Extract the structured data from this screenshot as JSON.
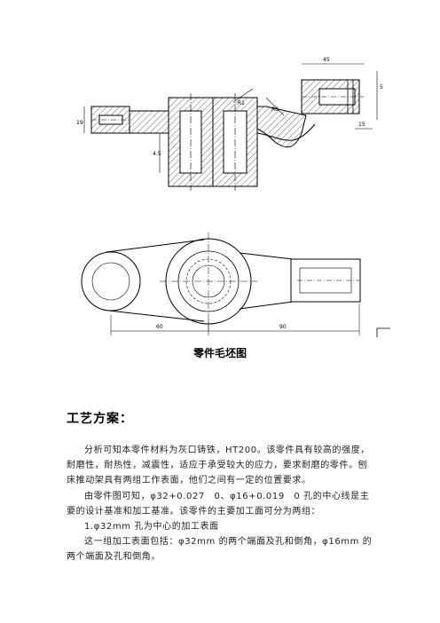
{
  "drawing": {
    "title": "零件毛坯图",
    "dims": {
      "top_width": "45",
      "right_height": "5",
      "boss_width": "15",
      "height_left": "19",
      "height_center": "4.5",
      "angle_a": "R1",
      "angle_b": "R8",
      "bottom_left": "60",
      "bottom_right": "90"
    }
  },
  "section_heading": "工艺方案：",
  "paragraphs": [
    "分析可知本零件材料为灰口铸铁，HT200。该零件具有较高的强度，耐磨性，耐热性，减震性，适应于承受较大的应力，要求耐磨的零件。刨床推动架具有两组工作表面，他们之间有一定的位置要求。",
    "由零件图可知，φ32+0.027　0、φ16+0.019　0 孔的中心线是主要的设计基准和加工基准。该零件的主要加工面可分为两组：",
    "1.φ32mm 孔为中心的加工表面",
    "这一组加工表面包括：φ32mm 的两个端面及孔和倒角，φ16mm 的两个端面及孔和倒角。"
  ]
}
